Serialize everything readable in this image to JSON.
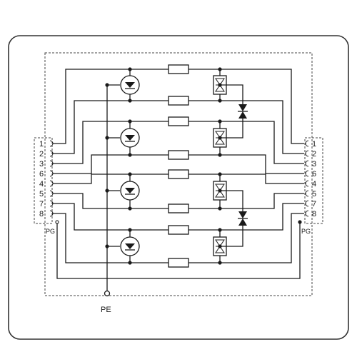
{
  "diagram": {
    "left_pins": [
      "1",
      "2",
      "3",
      "6",
      "4",
      "5",
      "7",
      "8"
    ],
    "right_pins": [
      "1",
      "2",
      "3",
      "6",
      "4",
      "5",
      "7",
      "8"
    ],
    "left_ground_label": "PG",
    "right_ground_label": "PG",
    "earth_label": "PE",
    "protection_stages": 4,
    "line_color": "#1a1a1a",
    "border_color": "#333333"
  }
}
